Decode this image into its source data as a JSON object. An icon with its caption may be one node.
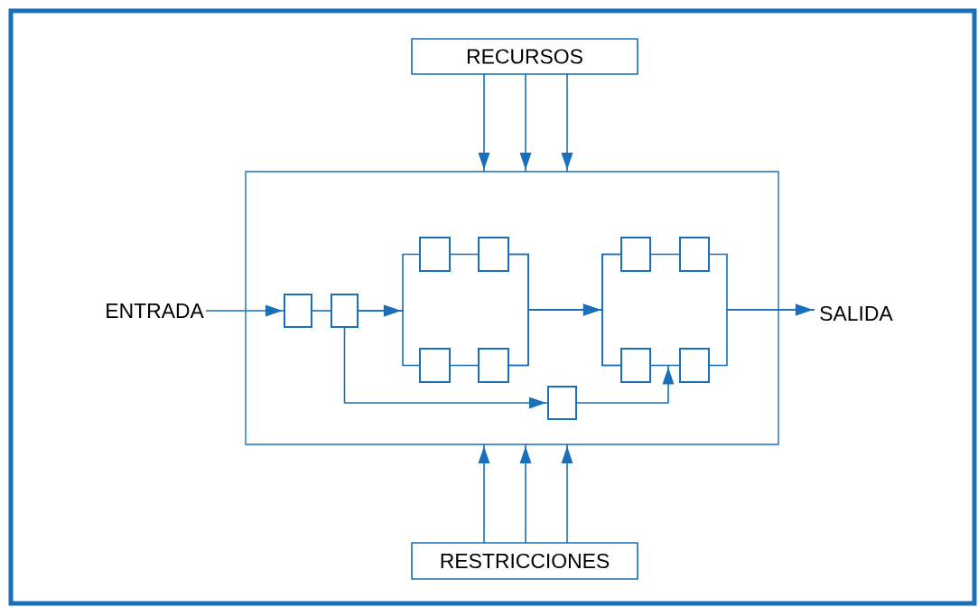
{
  "diagram": {
    "nodes": [
      {
        "text": [
          "RECURSOS"
        ]
      },
      {
        "text": [],
        "shape": "box"
      },
      {
        "text": [
          "ENTRADA"
        ]
      },
      {
        "text": [],
        "shape": "box",
        "in": 1
      },
      {
        "text": [],
        "shape": "box",
        "in": 1
      },
      {
        "text": [],
        "shape": "box",
        "in": 1
      },
      {
        "text": [],
        "shape": "box",
        "in": 1
      },
      {
        "text": [],
        "shape": "box",
        "in": 1
      },
      {
        "text": [],
        "shape": "box",
        "in": 1
      },
      {
        "text": [],
        "shape": "box",
        "in": 1
      },
      {
        "text": [],
        "shape": "box",
        "in": 1
      },
      {
        "text": [],
        "shape": "box",
        "in": 1
      },
      {
        "text": [],
        "shape": "box",
        "in": 1
      },
      {
        "text": [],
        "shape": "box",
        "in": 1
      },
      {
        "text": [
          "SALIDA"
        ]
      },
      {
        "text": [
          "RESTRICCIONES"
        ]
      }
    ],
    "edges": [
      {
        "from": 0,
        "to": 1,
        "arrow": "to"
      },
      {
        "from": 0,
        "to": 1,
        "arrow": "to"
      },
      {
        "from": 0,
        "to": 1,
        "arrow": "to"
      },
      {
        "from": 2,
        "to": 3,
        "arrow": "to"
      },
      {
        "from": 3,
        "to": 4,
        "arrow": "none"
      },
      {
        "from": 4,
        "to": 5,
        "arrow": "to"
      },
      {
        "from": 4,
        "to": 7,
        "arrow": "to"
      },
      {
        "from": 5,
        "to": 6,
        "arrow": "none"
      },
      {
        "from": 7,
        "to": 8,
        "arrow": "none"
      },
      {
        "from": 6,
        "to": 9,
        "arrow": "to"
      },
      {
        "from": 6,
        "to": 11,
        "arrow": "to"
      },
      {
        "from": 8,
        "to": 9,
        "arrow": "to"
      },
      {
        "from": 8,
        "to": 11,
        "arrow": "to"
      },
      {
        "from": 10,
        "to": 14,
        "arrow": "to"
      },
      {
        "from": 12,
        "to": 14,
        "arrow": "to"
      },
      {
        "from": 4,
        "to": 13,
        "arrow": "to"
      },
      {
        "from": 13,
        "to": 12,
        "arrow": "to"
      },
      {
        "from": 15,
        "to": 1,
        "arrow": "to"
      },
      {
        "from": 15,
        "to": 1,
        "arrow": "to"
      },
      {
        "from": 15,
        "to": 1,
        "arrow": "to"
      },
      {
        "from": 9,
        "to": 10,
        "arrow": "none"
      },
      {
        "from": 11,
        "to": 12,
        "arrow": "none"
      }
    ]
  }
}
